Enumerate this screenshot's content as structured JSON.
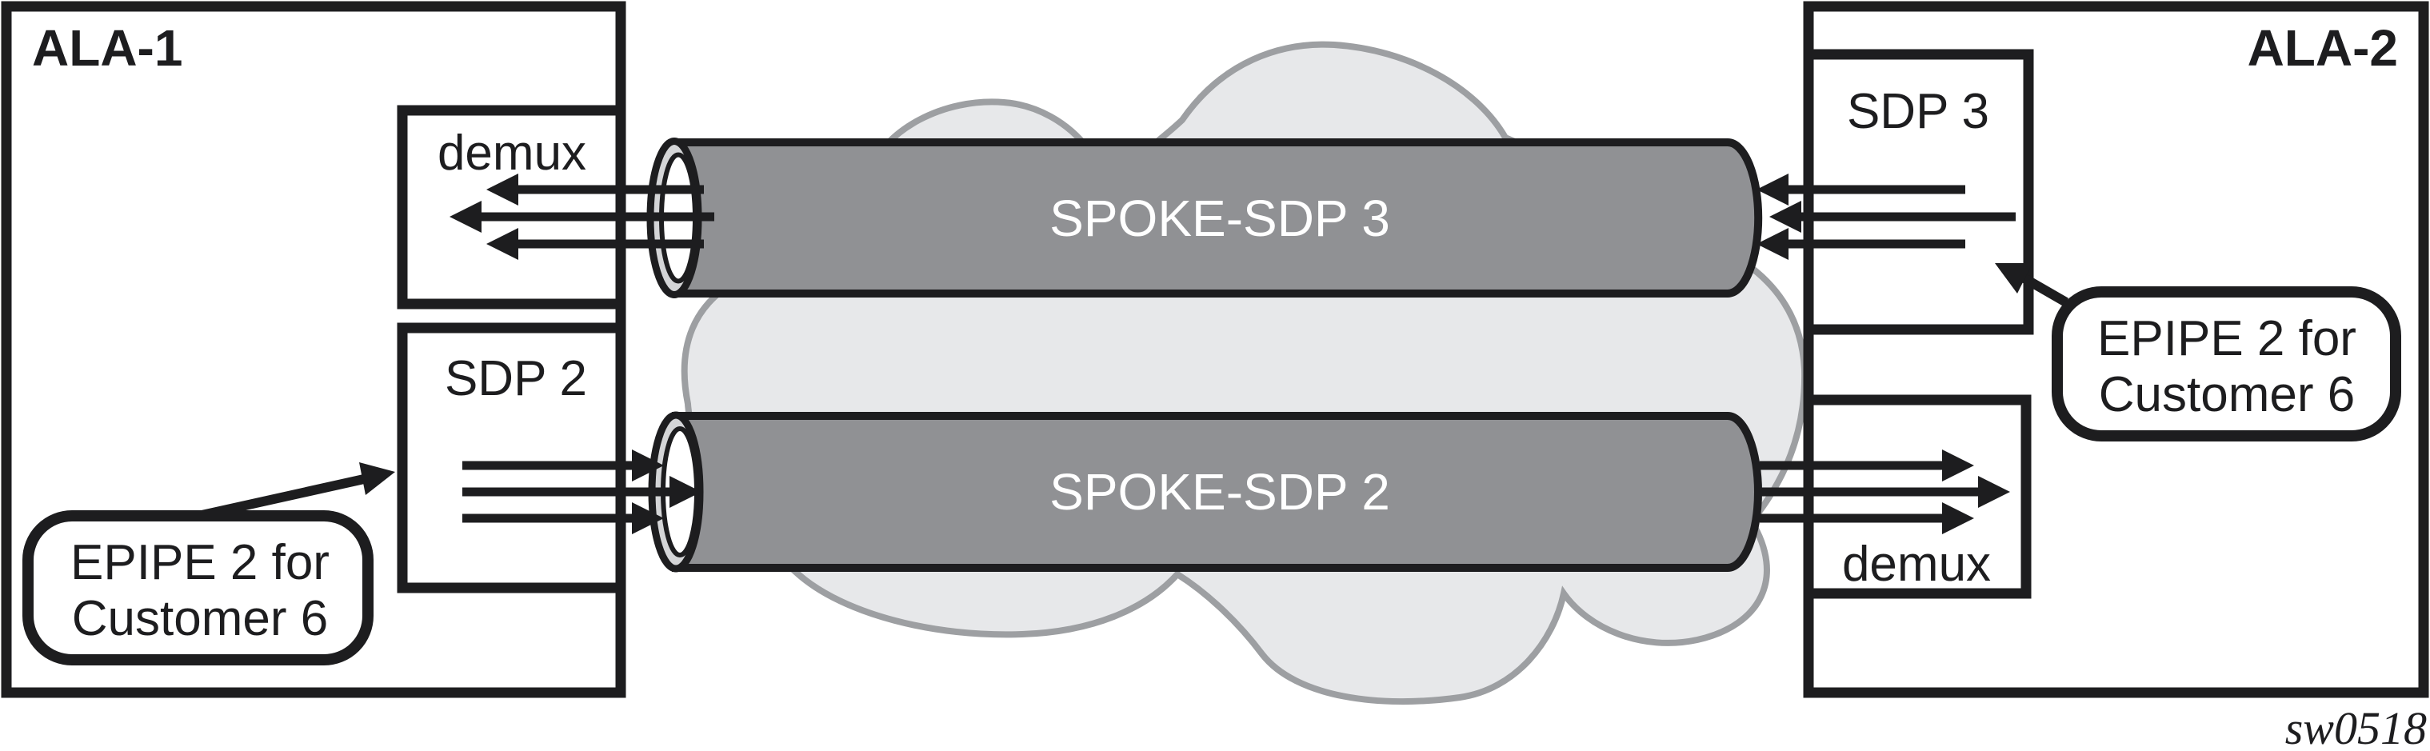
{
  "diagram": {
    "left_node": {
      "label": "ALA-1",
      "demux_label": "demux",
      "sdp_label": "SDP 2"
    },
    "right_node": {
      "label": "ALA-2",
      "sdp_label": "SDP 3",
      "demux_label": "demux"
    },
    "tubes": {
      "top_label": "SPOKE-SDP 3",
      "bottom_label": "SPOKE-SDP 2"
    },
    "callouts": {
      "left": {
        "line1": "EPIPE 2 for",
        "line2": "Customer 6"
      },
      "right": {
        "line1": "EPIPE 2 for",
        "line2": "Customer 6"
      }
    },
    "flows": {
      "spoke_sdp_3": {
        "from": "SDP 3",
        "to": "demux",
        "direction": "right-to-left",
        "arrow_count": 3
      },
      "spoke_sdp_2": {
        "from": "SDP 2",
        "to": "demux",
        "direction": "left-to-right",
        "arrow_count": 3
      }
    },
    "icons": {
      "left_arrows_icon": "triple-arrow-left",
      "right_arrows_icon": "triple-arrow-right",
      "cloud_icon": "network-cloud",
      "tube_icon": "pipe-tunnel"
    },
    "colors": {
      "line_black": "#1d1d1f",
      "tube_fill": "#909194",
      "tube_ring": "#d4d5d7",
      "cloud_fill": "#e7e8ea",
      "cloud_stroke": "#9d9fa2",
      "background": "#ffffff",
      "tube_text": "#ffffff"
    },
    "caption": "sw0518"
  }
}
